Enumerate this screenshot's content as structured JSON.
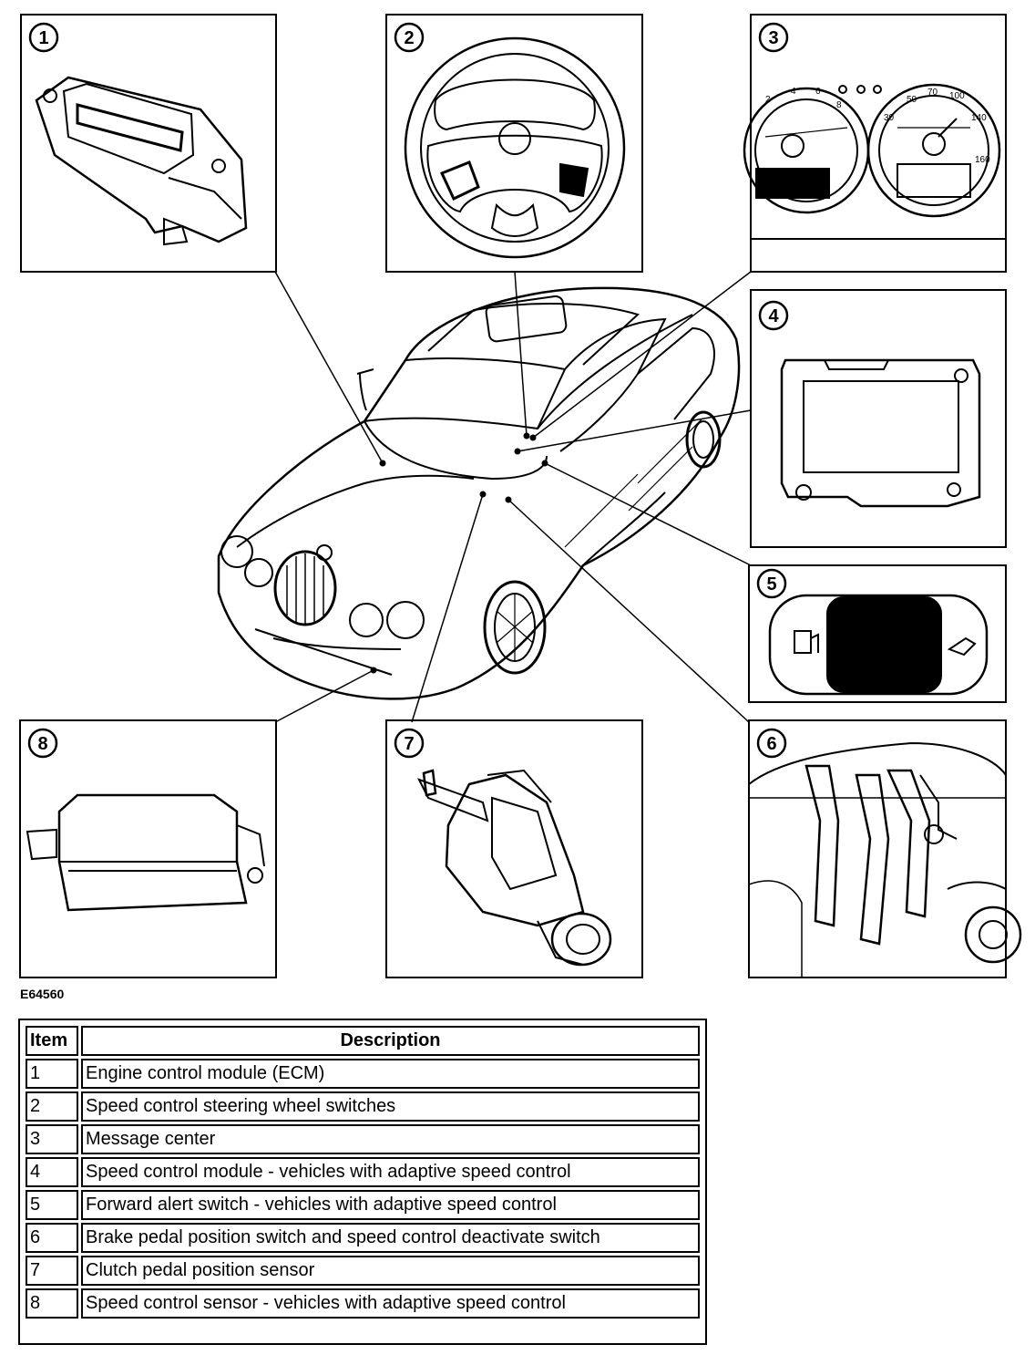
{
  "figure_id": "E64560",
  "panels": [
    {
      "number": "1",
      "depicts": "engine-control-module"
    },
    {
      "number": "2",
      "depicts": "steering-wheel"
    },
    {
      "number": "3",
      "depicts": "instrument-cluster"
    },
    {
      "number": "4",
      "depicts": "speed-control-module"
    },
    {
      "number": "5",
      "depicts": "forward-alert-switch"
    },
    {
      "number": "6",
      "depicts": "brake-pedal-switches"
    },
    {
      "number": "7",
      "depicts": "clutch-pedal-sensor"
    },
    {
      "number": "8",
      "depicts": "speed-control-sensor"
    }
  ],
  "cluster_ticks": [
    "2",
    "4",
    "6",
    "8",
    "30",
    "50",
    "70",
    "100",
    "140",
    "160"
  ],
  "legend": {
    "headers": {
      "item": "Item",
      "description": "Description"
    },
    "rows": [
      {
        "item": "1",
        "description": "Engine control module (ECM)"
      },
      {
        "item": "2",
        "description": "Speed control steering wheel switches"
      },
      {
        "item": "3",
        "description": "Message center"
      },
      {
        "item": "4",
        "description": "Speed control module - vehicles with adaptive speed control"
      },
      {
        "item": "5",
        "description": "Forward alert switch - vehicles with adaptive speed control"
      },
      {
        "item": "6",
        "description": "Brake pedal position switch and speed control deactivate switch"
      },
      {
        "item": "7",
        "description": "Clutch pedal position sensor"
      },
      {
        "item": "8",
        "description": "Speed control sensor - vehicles with adaptive speed control"
      }
    ]
  },
  "colors": {
    "ink": "#000000",
    "paper": "#ffffff"
  }
}
